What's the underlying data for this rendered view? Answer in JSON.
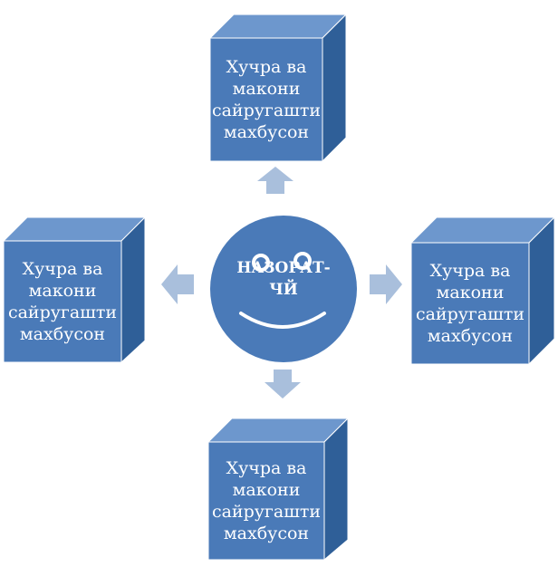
{
  "colors": {
    "front": "#4a7ab8",
    "top": "#6d97cd",
    "side": "#2f5f98",
    "arrow": "#a9bfdc",
    "circle": "#4a7ab8",
    "text": "#ffffff"
  },
  "center": {
    "line1": "НАЗОРАТ-",
    "line2": "ЧЙ"
  },
  "boxes": {
    "top": {
      "lines": [
        "Хучра ва",
        "макони",
        "сайругашти",
        "махбусон"
      ]
    },
    "left": {
      "lines": [
        "Хучра ва",
        "макони",
        "сайругашти",
        "махбусон"
      ]
    },
    "right": {
      "lines": [
        "Хучра ва",
        "макони",
        "сайругашти",
        "махбусон"
      ]
    },
    "bottom": {
      "lines": [
        "Хучра ва",
        "макони",
        "сайругашти",
        "махбусон"
      ]
    }
  }
}
